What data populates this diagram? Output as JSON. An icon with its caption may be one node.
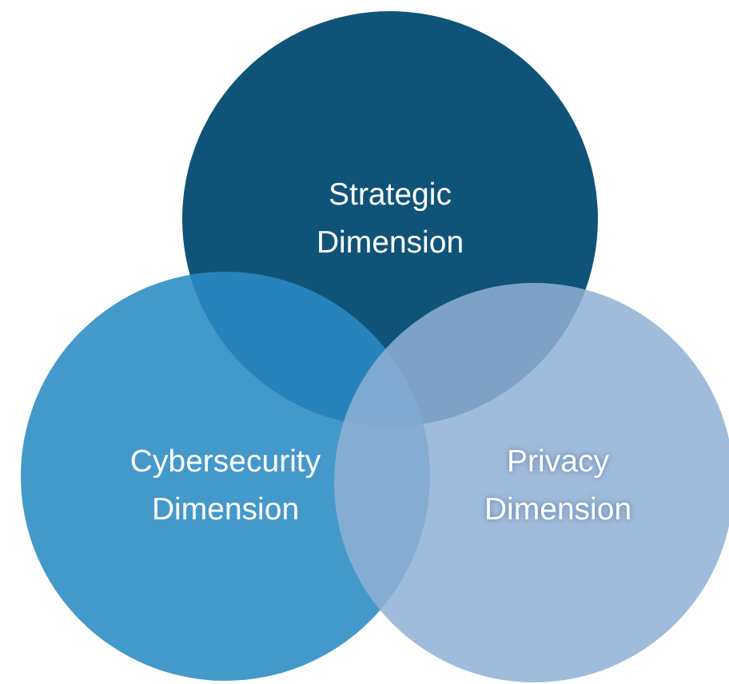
{
  "diagram": {
    "nodes": [
      {
        "text": [
          "Strategic Dimension"
        ]
      },
      {
        "text": [
          "Cybersecurity Dimension"
        ]
      },
      {
        "text": [
          "Privacy Dimension"
        ]
      }
    ]
  }
}
